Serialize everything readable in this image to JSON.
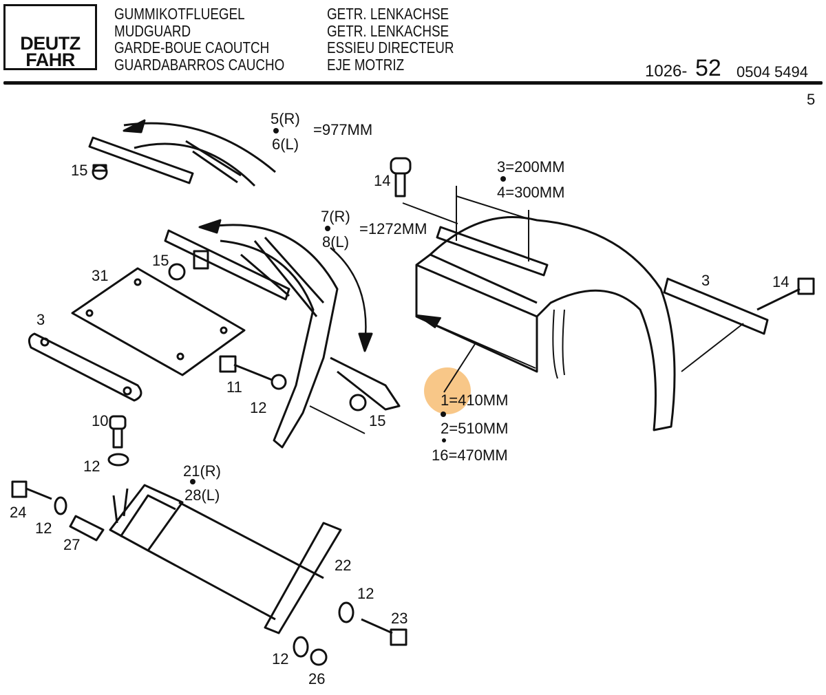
{
  "header": {
    "logo": [
      "DEUTZ",
      "FAHR"
    ],
    "part_names": [
      "GUMMIKOTFLUEGEL",
      "MUDGUARD",
      "GARDE-BOUE CAOUTCH",
      "GUARDABARROS CAUCHO"
    ],
    "assembly_names": [
      "GETR. LENKACHSE",
      "GETR. LENKACHSE",
      "ESSIEU DIRECTEUR",
      "EJE MOTRIZ"
    ],
    "group_number": "1026-",
    "group_suffix": "52",
    "catalog_number": "0504 5494",
    "page_number": "5"
  },
  "callouts": {
    "c5r": "5(R)",
    "c6l": "6(L)",
    "len977": "=977MM",
    "c15a": "15",
    "c14a": "14",
    "c3_200": "3=200MM",
    "c4_300": "4=300MM",
    "c7r": "7(R)",
    "c8l": "8(L)",
    "len1272": "=1272MM",
    "c15b": "15",
    "c31": "31",
    "c3a": "3",
    "c3b": "3",
    "c14b": "14",
    "c11": "11",
    "c12a": "12",
    "c15c": "15",
    "c1_410": "1=410MM",
    "c2_510": "2=510MM",
    "c16_470": "16=470MM",
    "c10": "10",
    "c12b": "12",
    "c21r": "21(R)",
    "c28l": "28(L)",
    "c24": "24",
    "c12c": "12",
    "c27": "27",
    "c22": "22",
    "c12d": "12",
    "c23": "23",
    "c12e": "12",
    "c26": "26"
  },
  "highlight": {
    "color": "#f6b460",
    "target": "1=410MM"
  }
}
